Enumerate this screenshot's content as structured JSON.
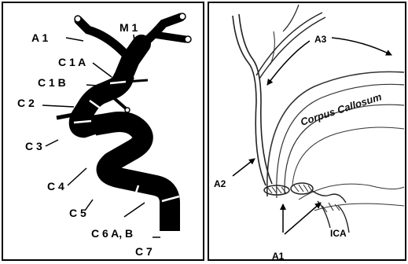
{
  "left_panel": {
    "labels": {
      "A1": "A 1",
      "M1": "M 1",
      "C1A": "C 1 A",
      "C1B": "C 1 B",
      "C2": "C 2",
      "C3": "C 3",
      "C4": "C 4",
      "C5": "C 5",
      "C6": "C 6 A, B",
      "C7": "C 7"
    }
  },
  "right_panel": {
    "labels": {
      "A3": "A3",
      "corpus": "Corpus Callosum",
      "A2": "A2",
      "ICA": "ICA",
      "A1": "A1"
    }
  }
}
